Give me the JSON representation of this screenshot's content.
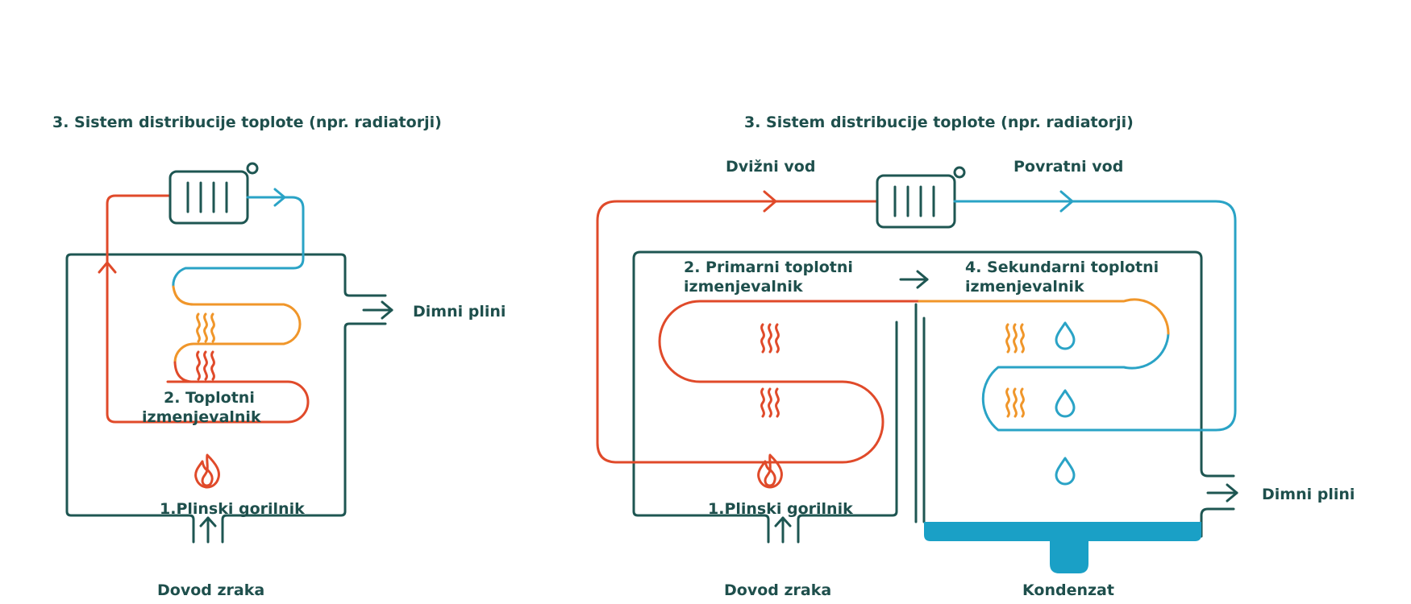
{
  "colors": {
    "teal": "#1e5652",
    "red": "#e04a2a",
    "orange": "#f0962a",
    "blue": "#2aa3c6",
    "condensate": "#1aa0c6"
  },
  "left": {
    "title": "3. Sistem distribucije toplote (npr. radiatorji)",
    "exchanger_line1": "2. Toplotni",
    "exchanger_line2": "izmenjevalnik",
    "burner": "1.Plinski gorilnik",
    "flue": "Dimni plini",
    "air": "Dovod zraka"
  },
  "right": {
    "title": "3. Sistem distribucije toplote (npr. radiatorji)",
    "supply": "Dvižni vod",
    "return": "Povratni vod",
    "primary_line1": "2. Primarni toplotni",
    "primary_line2": "izmenjevalnik",
    "secondary_line1": "4. Sekundarni toplotni",
    "secondary_line2": "izmenjevalnik",
    "burner": "1.Plinski gorilnik",
    "flue": "Dimni plini",
    "air": "Dovod zraka",
    "condensate": "Kondenzat"
  },
  "icons": [
    "radiator-icon",
    "heat-wave-icon",
    "flame-icon",
    "water-drop-icon",
    "arrow-icon"
  ]
}
